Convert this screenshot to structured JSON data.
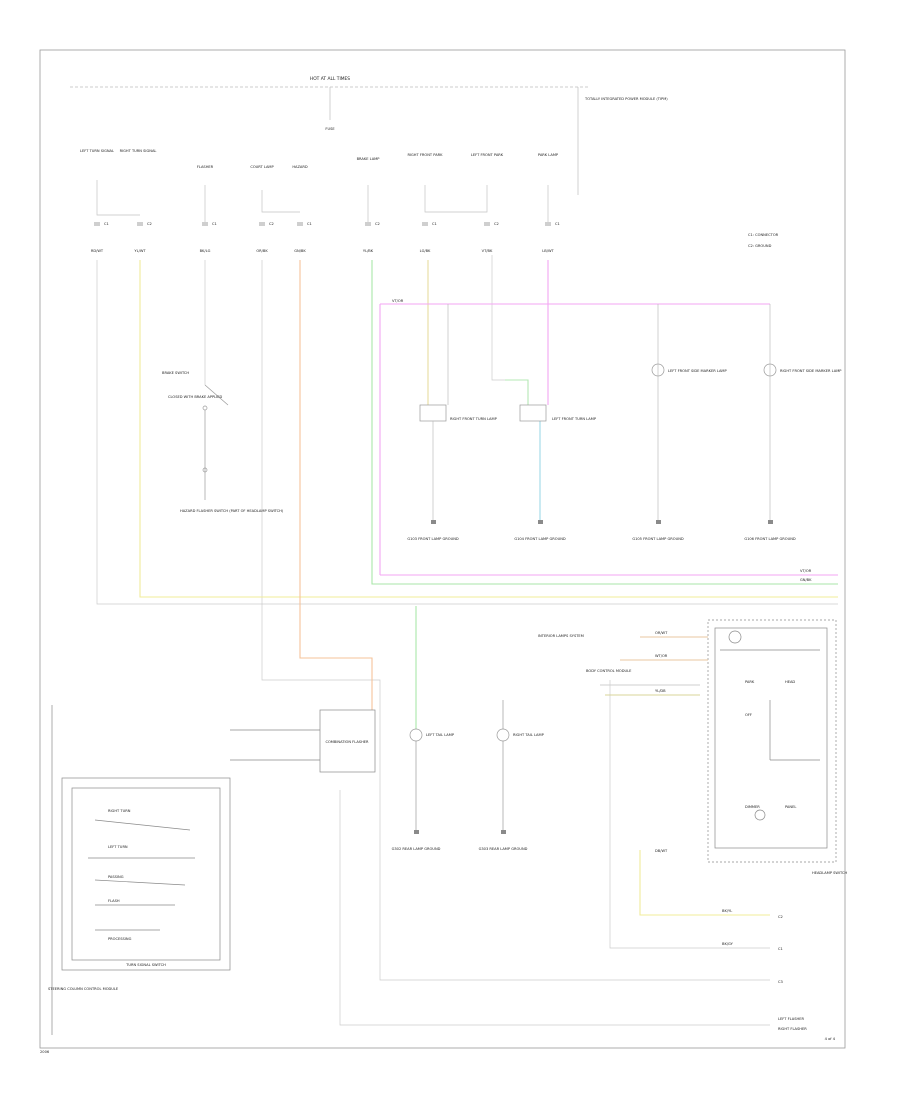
{
  "diagram": {
    "top_label": "HOT AT ALL TIMES",
    "module_note": "TOTALLY INTEGRATED POWER MODULE (TIPM)",
    "main_fuse": "FUSE",
    "footer_left": "2006",
    "footer_right": "4 of 4",
    "legend": {
      "items": [
        "C1: CONNECTOR",
        "C2: GROUND"
      ]
    },
    "fuses": [
      "LEFT TURN SIGNAL",
      "RIGHT TURN SIGNAL",
      "FLASHER",
      "COURT LAMP",
      "HAZARD",
      "BRAKE LAMP",
      "RIGHT FRONT PARK",
      "LEFT FRONT PARK",
      "PARK LAMP"
    ],
    "pin_labels": [
      "C1",
      "C2",
      "C1",
      "C2",
      "C1",
      "C2",
      "C1",
      "C2",
      "C1"
    ],
    "wire_labels": [
      "RD/WT",
      "YL/WT",
      "BK/LG",
      "OR/BK",
      "GN/BK",
      "YL/BK",
      "LG/BK",
      "VT/BK",
      "LB/WT"
    ],
    "lamps": [
      "RIGHT FRONT TURN LAMP",
      "LEFT FRONT TURN LAMP",
      "LEFT FRONT SIDE MARKER LAMP",
      "RIGHT FRONT SIDE MARKER LAMP",
      "LEFT TAIL LAMP",
      "RIGHT TAIL LAMP"
    ],
    "grounds": [
      "G103 FRONT LAMP GROUND",
      "G104 FRONT LAMP GROUND",
      "G105 FRONT LAMP GROUND",
      "G106 FRONT LAMP GROUND",
      "G302 REAR LAMP GROUND",
      "G303 REAR LAMP GROUND"
    ],
    "switch_labels": [
      "BRAKE SWITCH",
      "CLOSED WITH BRAKE APPLIED"
    ],
    "hazard_note": "HAZARD FLASHER SWITCH (PART OF HEADLAMP SWITCH)",
    "bus_labels": [
      "VT/OR",
      "GN/BK",
      "VT/OR"
    ],
    "relay_label": "COMBINATION FLASHER",
    "turn_switch": {
      "title": "TURN SIGNAL SWITCH",
      "items": [
        "RIGHT TURN",
        "LEFT TURN",
        "PASSING",
        "FLASH",
        "PROCESSING"
      ]
    },
    "side_note": "STEERING COLUMN CONTROL MODULE",
    "headlamp_switch": {
      "title": "HEADLAMP SWITCH",
      "items": [
        "PARK",
        "HEAD",
        "OFF",
        "DIMMER",
        "PANEL"
      ]
    },
    "interior_lamps": "INTERIOR LAMPS SYSTEM",
    "right_wires": [
      "OR/WT",
      "WT/OR",
      "YL/DB",
      "DB/WT",
      "BK/YL",
      "BK/GY"
    ],
    "right_connectors": [
      "C2",
      "C1",
      "C3"
    ],
    "right_labels": [
      "BODY CONTROL MODULE",
      "LEFT FLASHER",
      "RIGHT FLASHER"
    ]
  }
}
